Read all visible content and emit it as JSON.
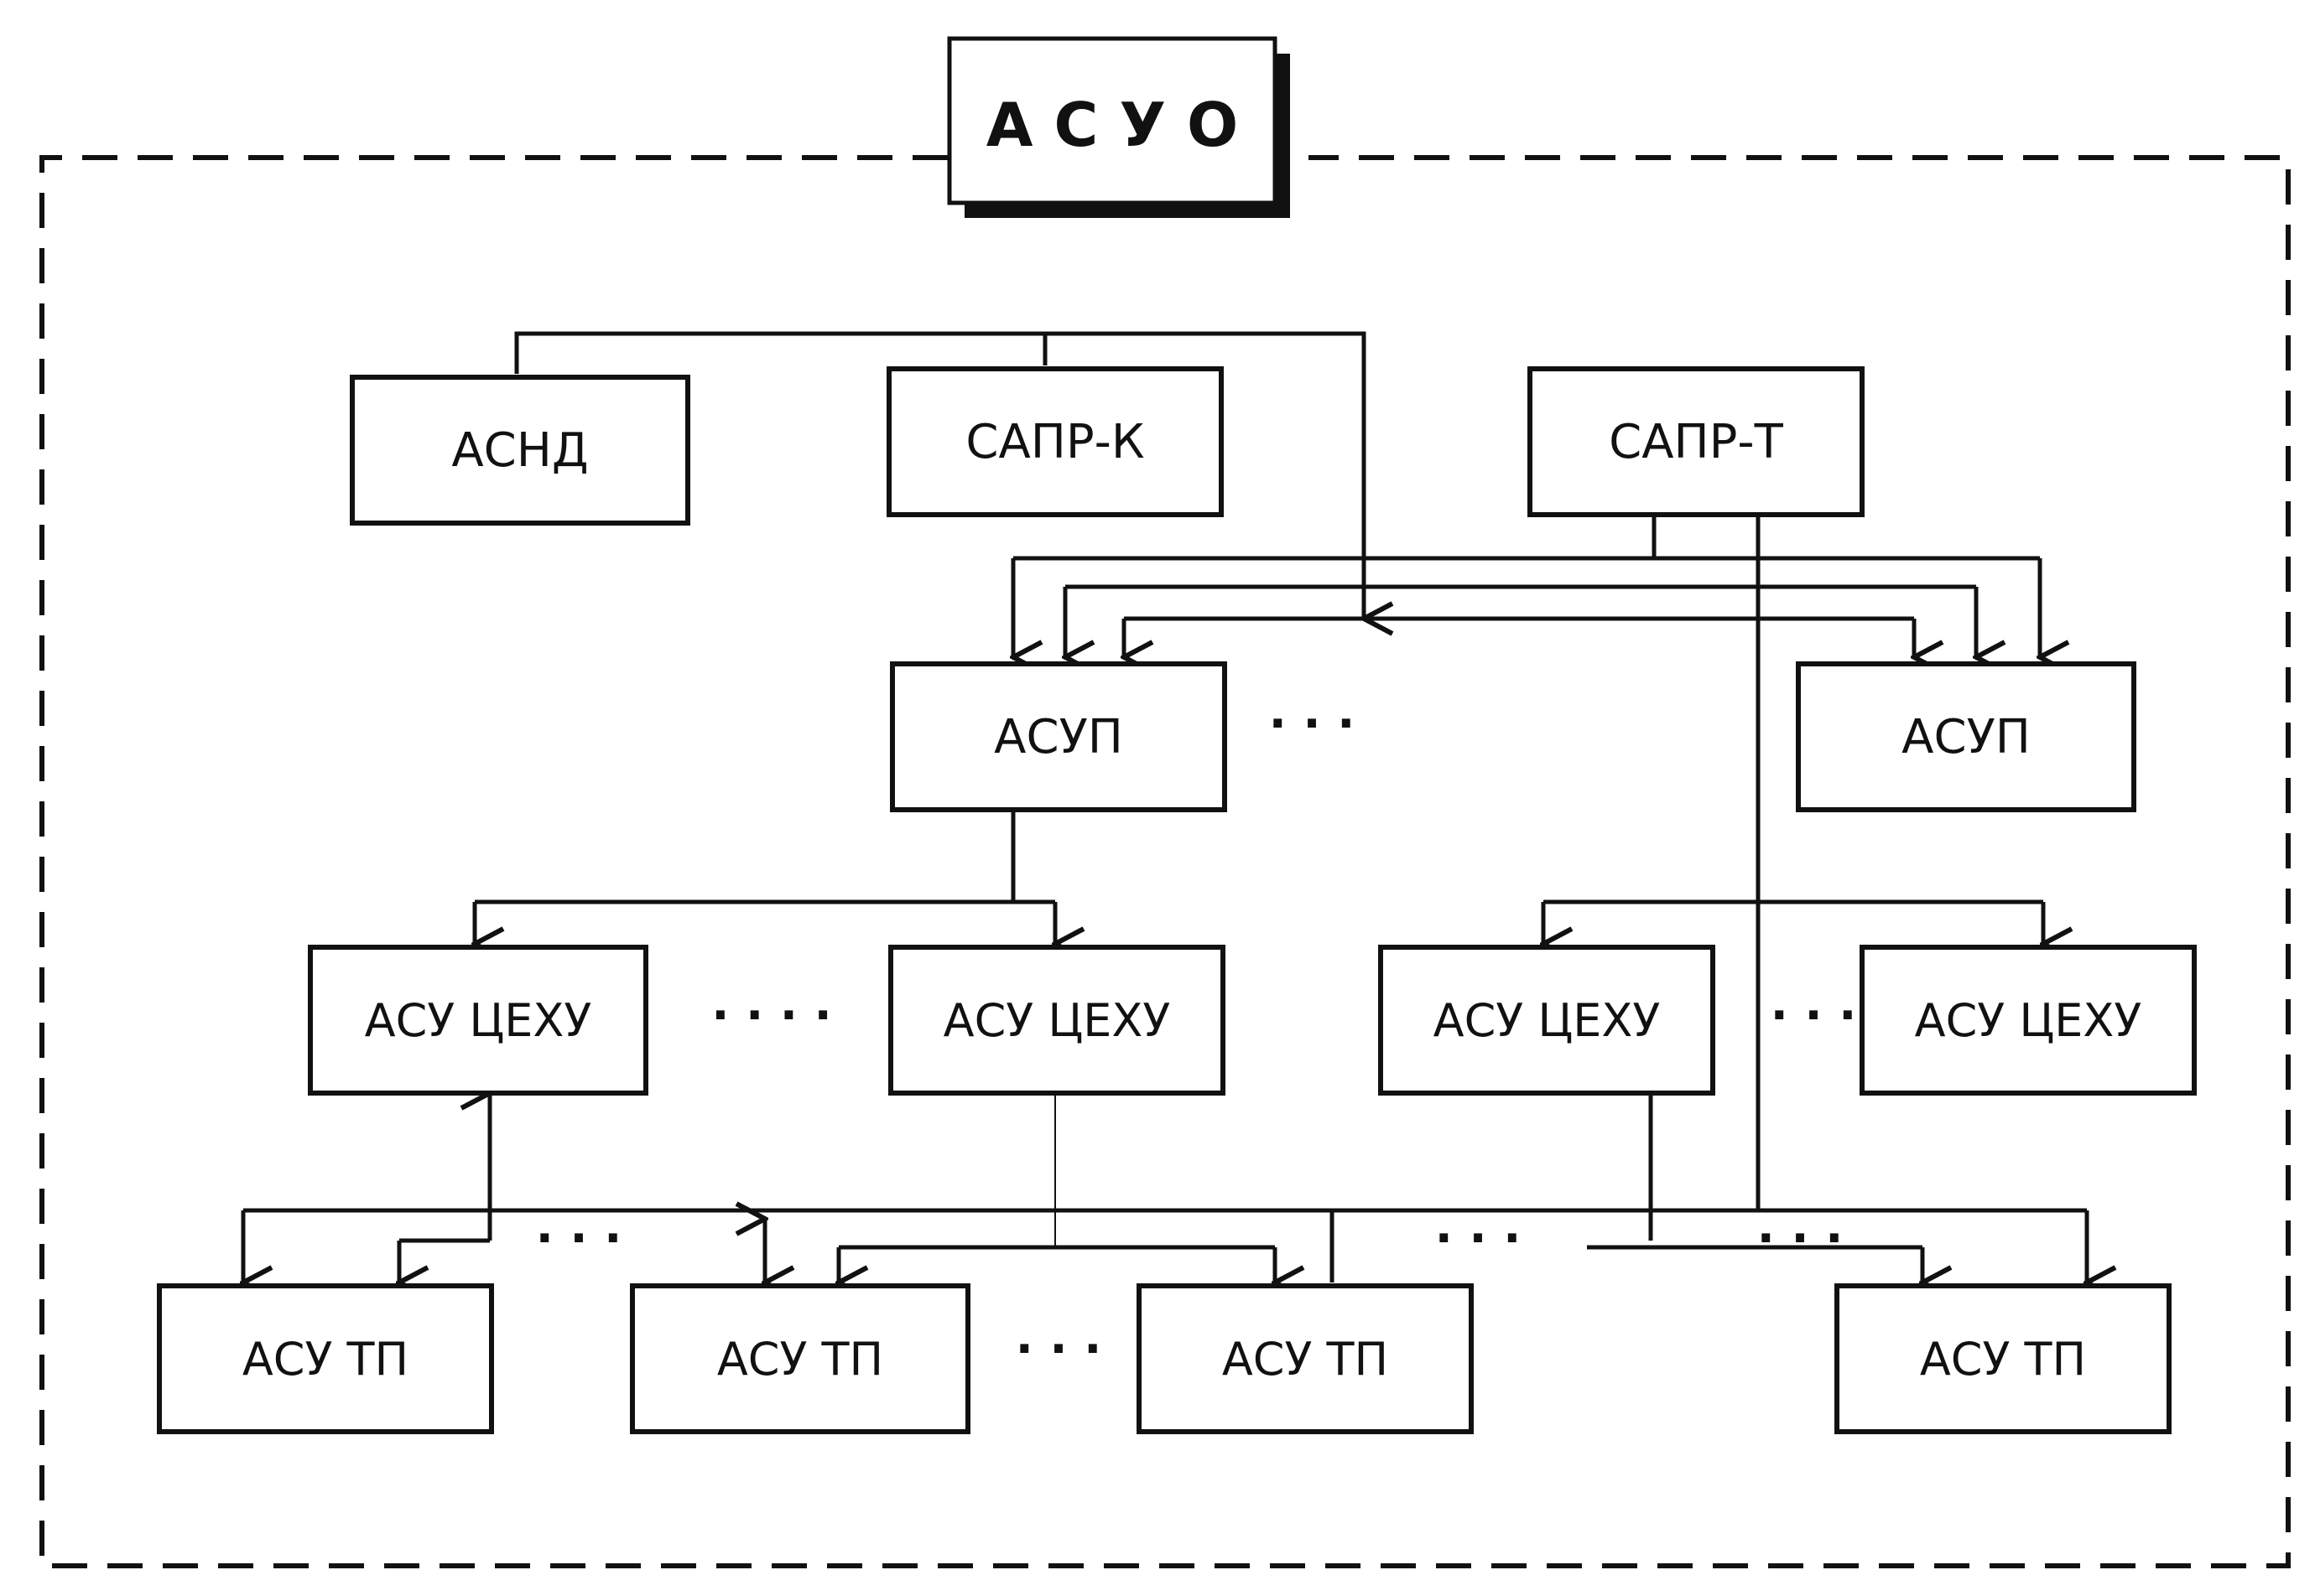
{
  "diagram": {
    "title": "А С У О",
    "top_tier": {
      "asnd": "АСНД",
      "sapr_k": "САПР-К",
      "sapr_t": "САПР-Т"
    },
    "enterprise_tier": {
      "asup_left": "АСУП",
      "asup_right": "АСУП",
      "ellipsis": "· · ·"
    },
    "workshop_tier": {
      "shop_1": "АСУ ЦЕХУ",
      "shop_2": "АСУ ЦЕХУ",
      "shop_3": "АСУ ЦЕХУ",
      "shop_4": "АСУ ЦЕХУ",
      "ellipsis_left": "· · · ·",
      "ellipsis_right": "· · ·"
    },
    "process_tier": {
      "tp_1": "АСУ ТП",
      "tp_2": "АСУ ТП",
      "tp_3": "АСУ ТП",
      "tp_4": "АСУ ТП",
      "ellipsis_1": "· · ·",
      "ellipsis_2": "· · ·",
      "ellipsis_3": "· · ·",
      "ellipsis_4": "· · ·"
    }
  }
}
